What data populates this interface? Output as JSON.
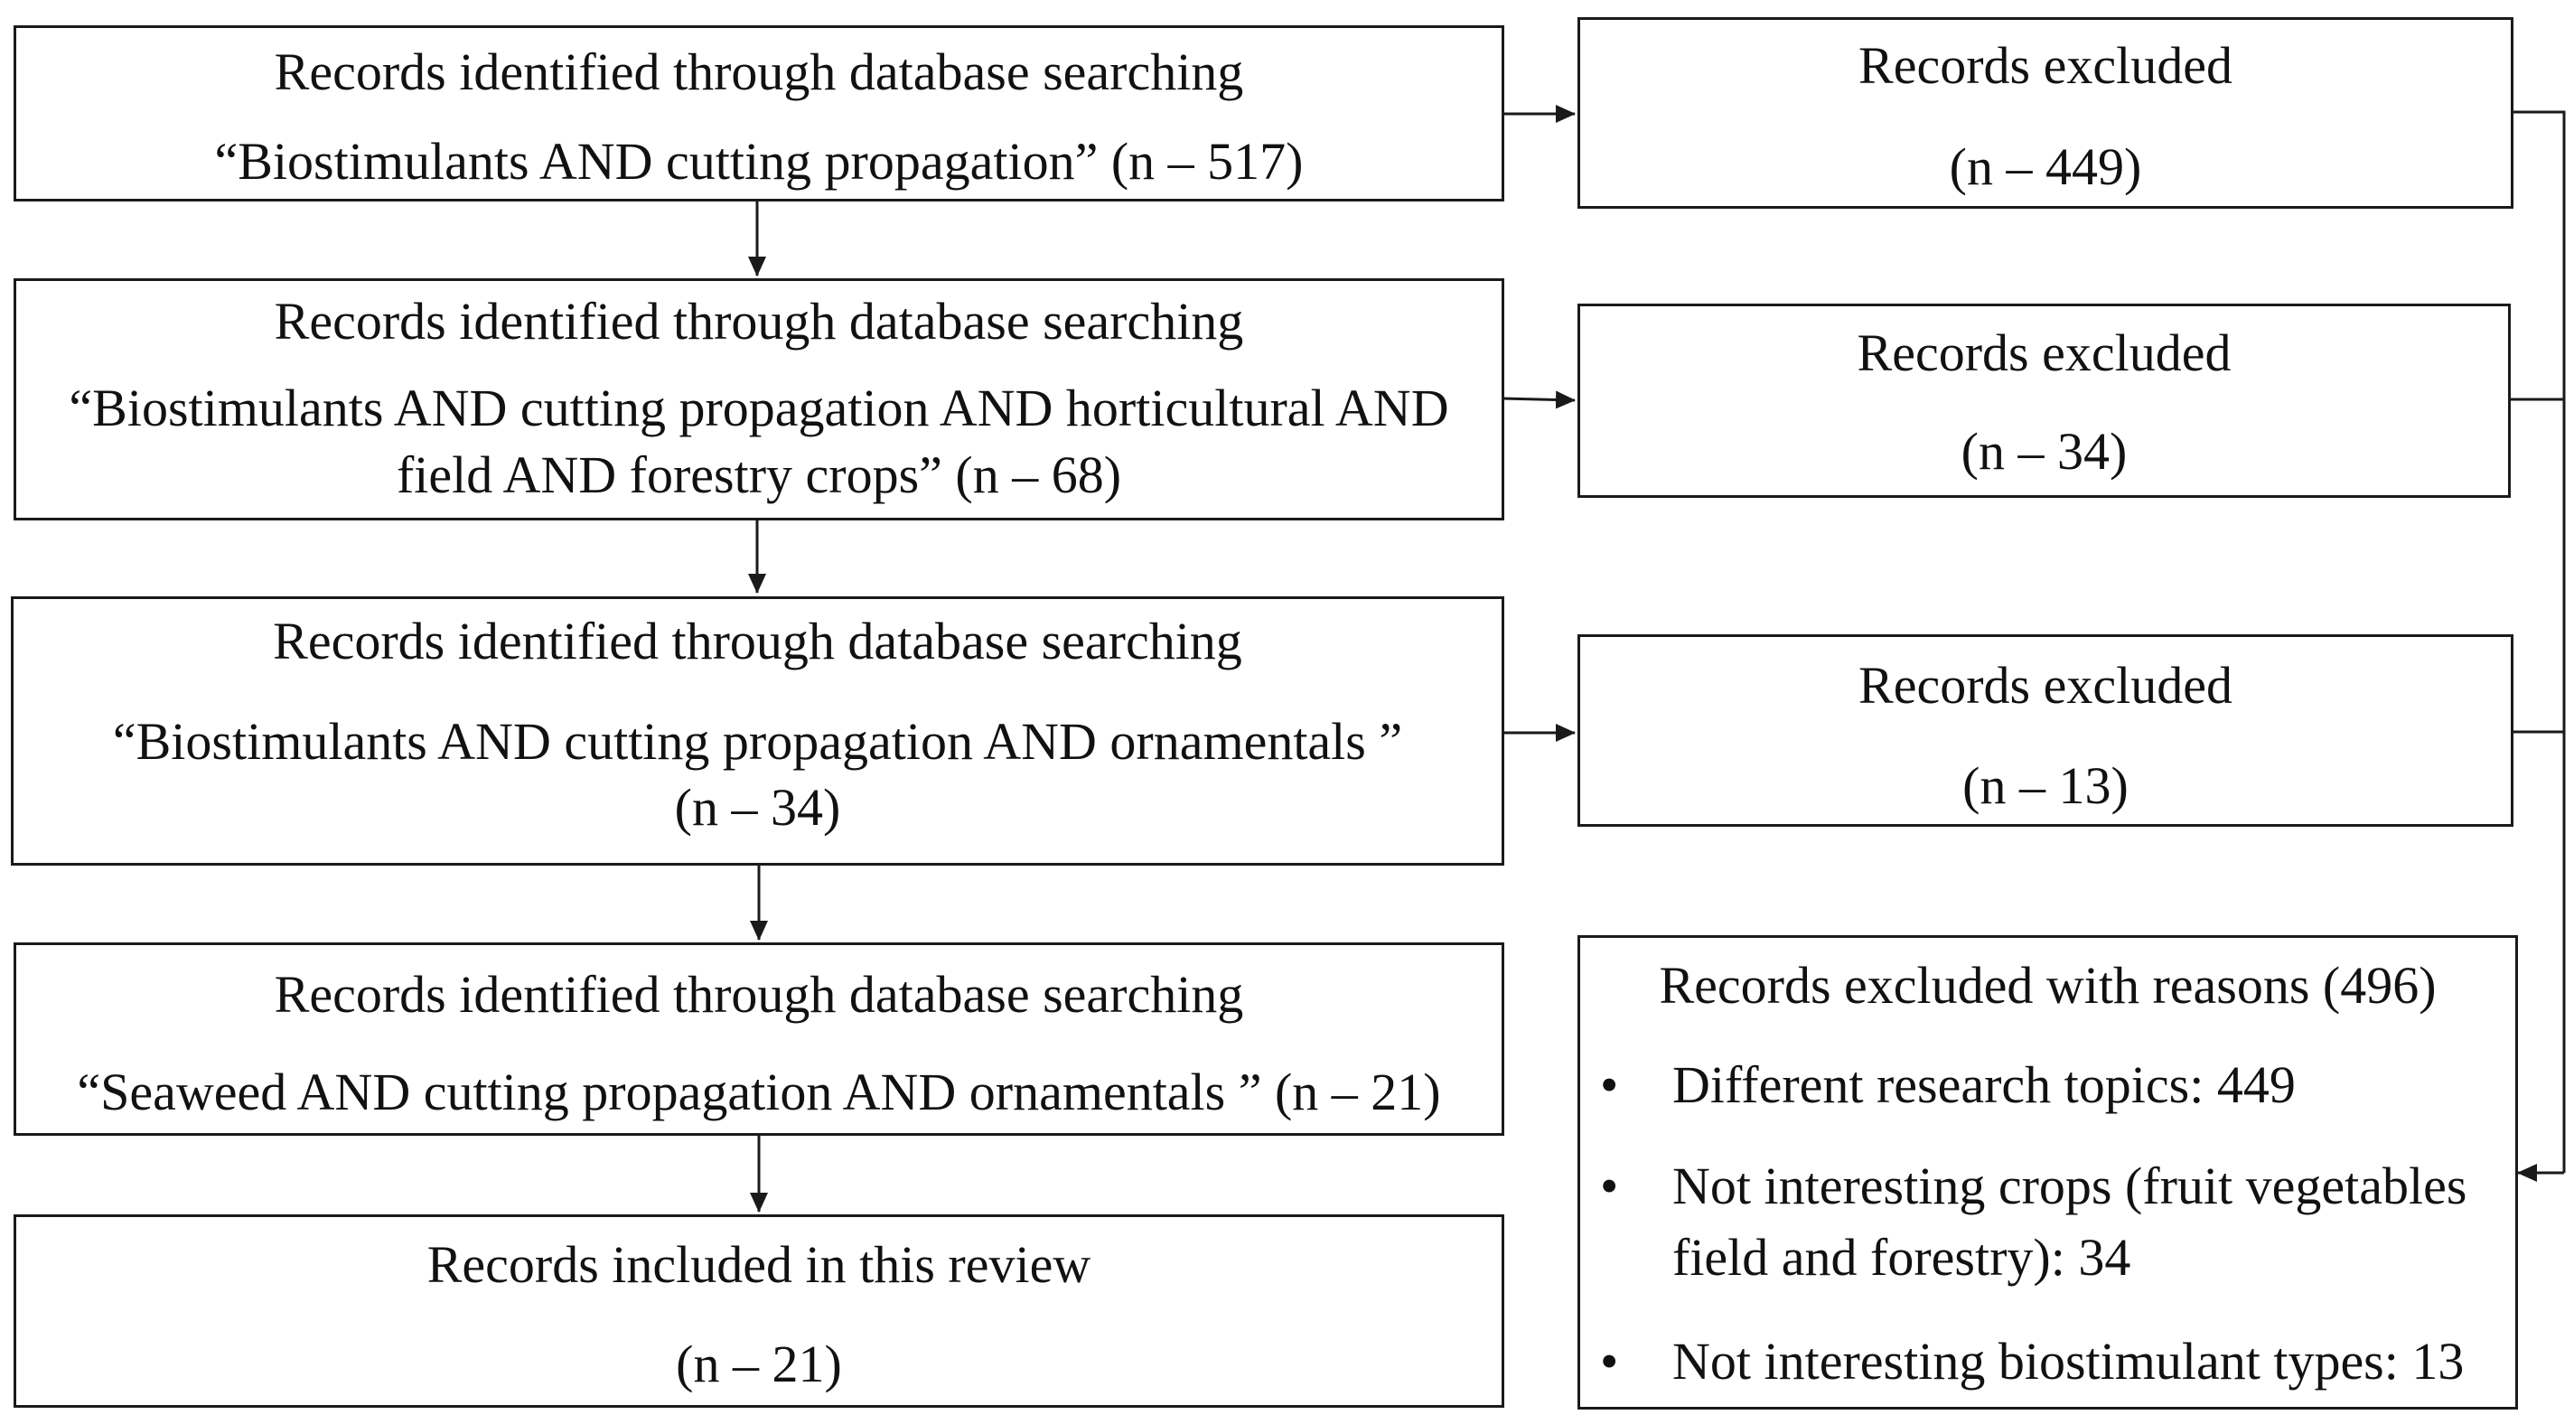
{
  "search_boxes": [
    {
      "line1": "Records identified through database searching",
      "line2": "“Biostimulants AND cutting propagation” (n – 517)"
    },
    {
      "line1": "Records identified through database searching",
      "line2": "“Biostimulants AND cutting propagation AND horticultural AND",
      "line3": "field AND forestry crops” (n – 68)"
    },
    {
      "line1": "Records identified through database searching",
      "line2": "“Biostimulants AND cutting propagation AND ornamentals ”",
      "line3": "(n – 34)"
    },
    {
      "line1": "Records identified through database searching",
      "line2": "“Seaweed AND cutting propagation AND ornamentals ” (n – 21)"
    }
  ],
  "included_box": {
    "title": "Records included in this review",
    "count": "(n – 21)"
  },
  "excluded_boxes": [
    {
      "title": "Records excluded",
      "count": "(n – 449)"
    },
    {
      "title": "Records excluded",
      "count": "(n – 34)"
    },
    {
      "title": "Records excluded",
      "count": "(n – 13)"
    }
  ],
  "reasons_box": {
    "title": "Records excluded with reasons (496)",
    "bullet_symbol": "•",
    "items": [
      {
        "line1": "Different research topics: 449"
      },
      {
        "line1": "Not interesting crops (fruit vegetables",
        "line2": "field and forestry): 34"
      },
      {
        "line1": "Not interesting biostimulant types: 13"
      }
    ]
  }
}
